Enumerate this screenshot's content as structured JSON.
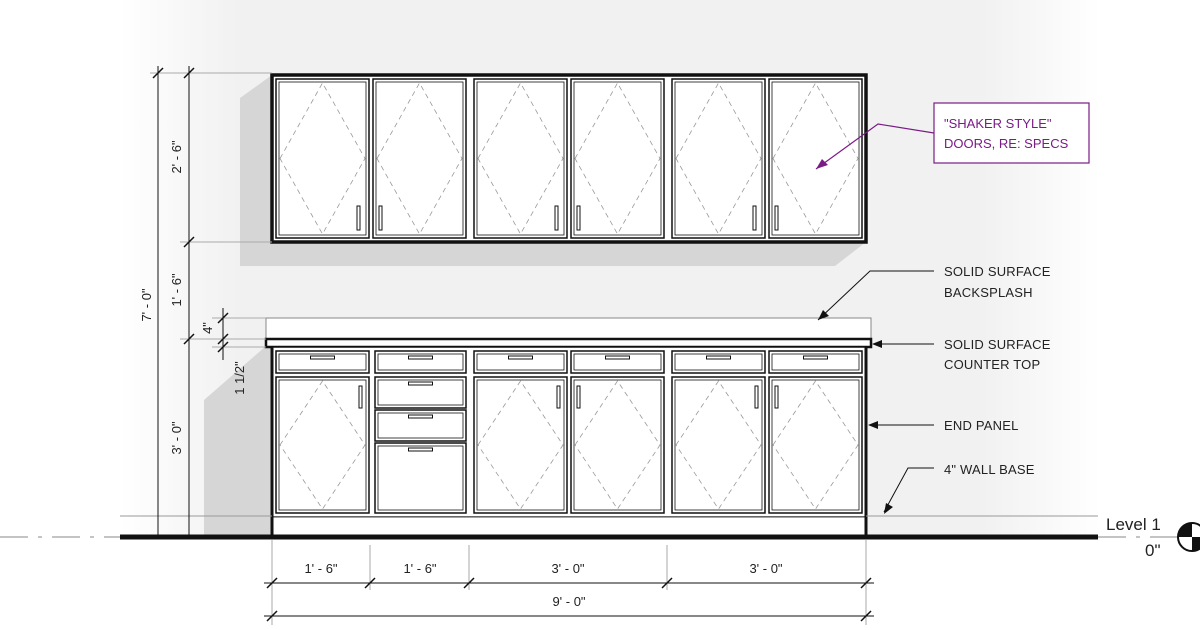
{
  "dimensions": {
    "overall_height": "7' - 0\"",
    "upper_height": "2' - 6\"",
    "gap_height": "1' - 6\"",
    "backsplash_height": "4\"",
    "countertop_thickness": "1 1/2\"",
    "base_height": "3' - 0\"",
    "width_1": "1' - 6\"",
    "width_2": "1' - 6\"",
    "width_3": "3' - 0\"",
    "width_4": "3' - 0\"",
    "overall_width": "9' - 0\""
  },
  "annotations": {
    "shaker_line1": "\"SHAKER STYLE\"",
    "shaker_line2": "DOORS, RE: SPECS",
    "backsplash_line1": "SOLID SURFACE",
    "backsplash_line2": "BACKSPLASH",
    "counter_line1": "SOLID SURFACE",
    "counter_line2": "COUNTER TOP",
    "end_panel": "END PANEL",
    "wall_base": "4\" WALL BASE"
  },
  "level": {
    "name": "Level 1",
    "elevation": "0\""
  },
  "colors": {
    "line": "#111111",
    "shadow": "#d4d4d4",
    "tag": "#7a1c86"
  }
}
